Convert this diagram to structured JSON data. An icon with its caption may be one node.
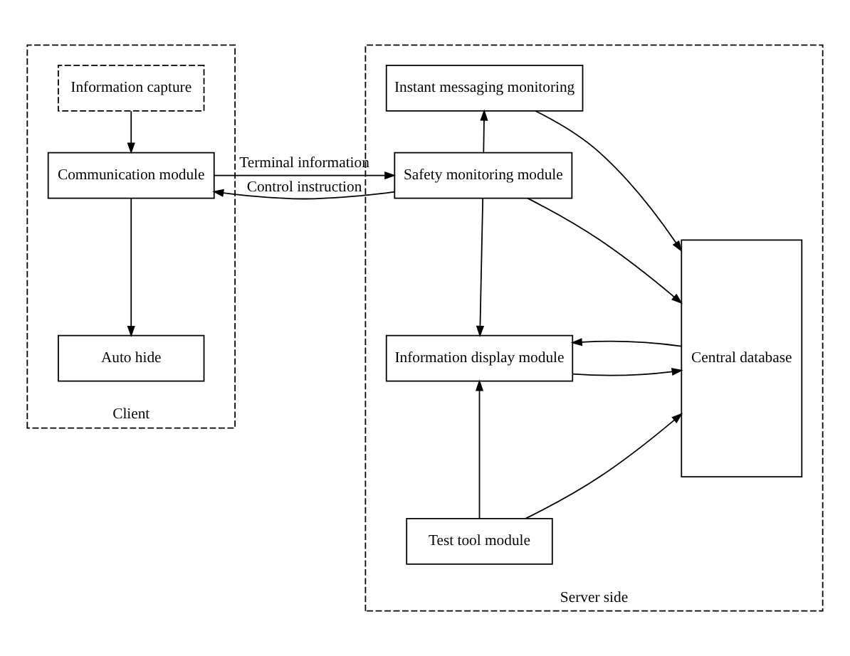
{
  "diagram": {
    "nodes": [
      {
        "text": [
          "Client"
        ]
      },
      {
        "text": [
          "Information capture"
        ],
        "in": 0
      },
      {
        "text": [
          "Communication module"
        ],
        "in": 0
      },
      {
        "text": [
          "Auto hide"
        ],
        "in": 0
      },
      {
        "text": [
          "Server side"
        ]
      },
      {
        "text": [
          "Instant messaging monitoring"
        ],
        "in": 4
      },
      {
        "text": [
          "Safety monitoring module"
        ],
        "in": 4
      },
      {
        "text": [
          "Information display module"
        ],
        "in": 4
      },
      {
        "text": [
          "Test tool module"
        ],
        "in": 4
      },
      {
        "text": [
          "Central database"
        ],
        "in": 4
      }
    ],
    "edges": [
      {
        "from": 1,
        "to": 2,
        "arrow": "to"
      },
      {
        "from": 2,
        "to": 3,
        "arrow": "to"
      },
      {
        "from": 2,
        "to": 6,
        "arrow": "to",
        "label": "Terminal information"
      },
      {
        "from": 6,
        "to": 2,
        "arrow": "to",
        "label": "Control instruction"
      },
      {
        "from": 6,
        "to": 5,
        "arrow": "to"
      },
      {
        "from": 6,
        "to": 7,
        "arrow": "to"
      },
      {
        "from": 8,
        "to": 7,
        "arrow": "to"
      },
      {
        "from": 5,
        "to": 9,
        "arrow": "to"
      },
      {
        "from": 6,
        "to": 9,
        "arrow": "to"
      },
      {
        "from": 7,
        "to": 9,
        "arrow": "to"
      },
      {
        "from": 9,
        "to": 7,
        "arrow": "to"
      },
      {
        "from": 8,
        "to": 9,
        "arrow": "to"
      }
    ]
  }
}
